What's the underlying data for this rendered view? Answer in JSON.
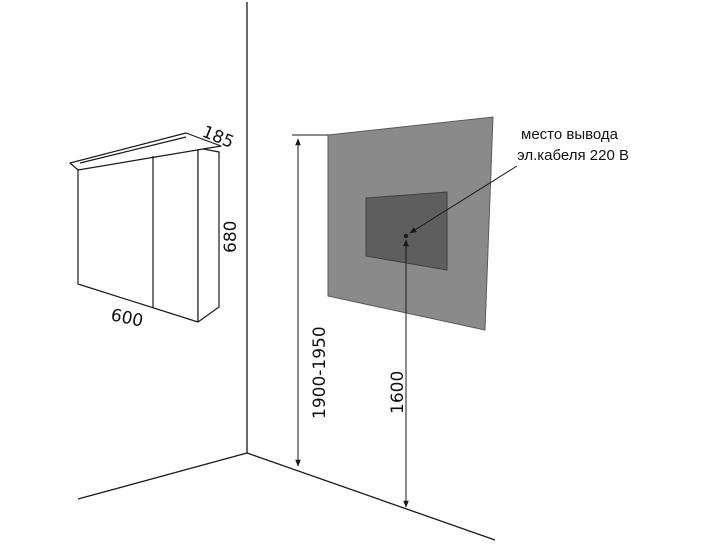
{
  "colors": {
    "stroke": "#1a1a1a",
    "panel": "#8a8a8a",
    "outlet": "#5e5e5e",
    "background": "#ffffff"
  },
  "cabinet": {
    "width_label": "600",
    "height_label": "680",
    "depth_label": "185"
  },
  "wall": {
    "mount_height_label": "1900-1950",
    "outlet_height_label": "1600",
    "callout_line1": "место вывода",
    "callout_line2": "эл.кабеля 220 В"
  }
}
